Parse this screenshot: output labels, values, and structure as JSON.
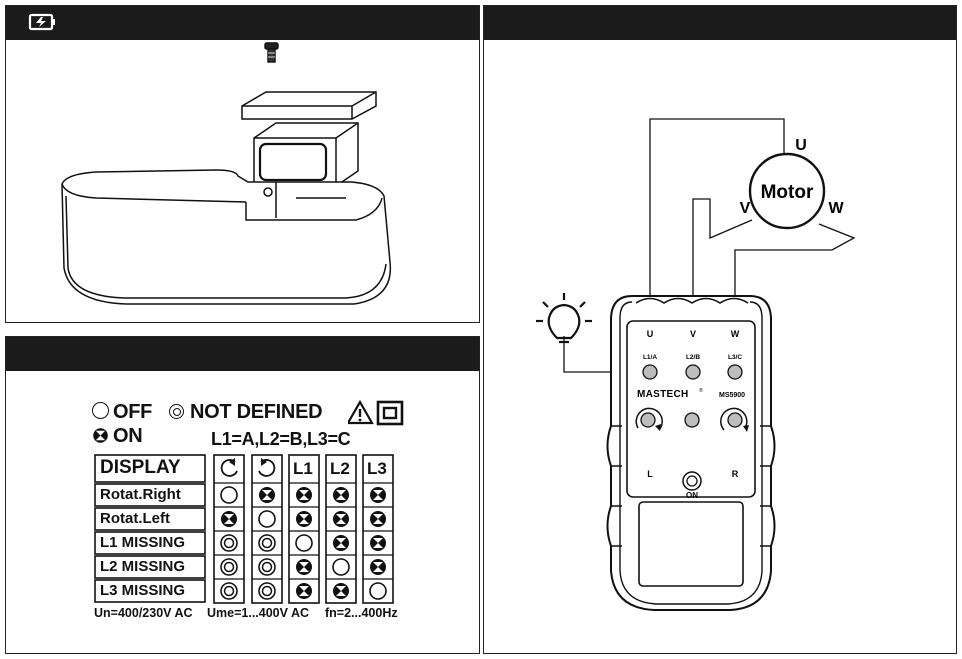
{
  "icons": {
    "battery_header": "battery-icon",
    "lamp": "light-bulb-icon",
    "warning": "warning-triangle-icon",
    "double_insulation": "double-insulation-icon"
  },
  "motor": {
    "label": "Motor",
    "terminals": [
      "U",
      "V",
      "W"
    ]
  },
  "device": {
    "brand": "MASTECH",
    "brand_mark": "®",
    "model": "MS5900",
    "input_labels": [
      "U",
      "V",
      "W"
    ],
    "phase_leds": [
      "L1/A",
      "L2/B",
      "L3/C"
    ],
    "left_label": "L",
    "right_label": "R",
    "on_label": "ON"
  },
  "legend": {
    "off": "OFF",
    "not_defined": "NOT DEFINED",
    "on": "ON",
    "mapping": "L1=A,L2=B,L3=C"
  },
  "table": {
    "display_header": "DISPLAY",
    "column_headers": [
      "rotate-left-icon",
      "rotate-right-icon",
      "L1",
      "L2",
      "L3"
    ],
    "rows": [
      {
        "label": "Rotat.Right",
        "states": [
          "off",
          "on",
          "on",
          "on",
          "on"
        ]
      },
      {
        "label": "Rotat.Left",
        "states": [
          "on",
          "off",
          "on",
          "on",
          "on"
        ]
      },
      {
        "label": "L1 MISSING",
        "states": [
          "nd",
          "nd",
          "off",
          "on",
          "on"
        ]
      },
      {
        "label": "L2 MISSING",
        "states": [
          "nd",
          "nd",
          "on",
          "off",
          "on"
        ]
      },
      {
        "label": "L3 MISSING",
        "states": [
          "nd",
          "nd",
          "on",
          "on",
          "off"
        ]
      }
    ],
    "spec_un": "Un=400/230V AC",
    "spec_ume": "Ume=1...400V AC",
    "spec_fn": "fn=2...400Hz"
  },
  "colors": {
    "header_bar": "#1b1b1b",
    "led_grey": "#bdbdbd",
    "line": "#111111"
  }
}
